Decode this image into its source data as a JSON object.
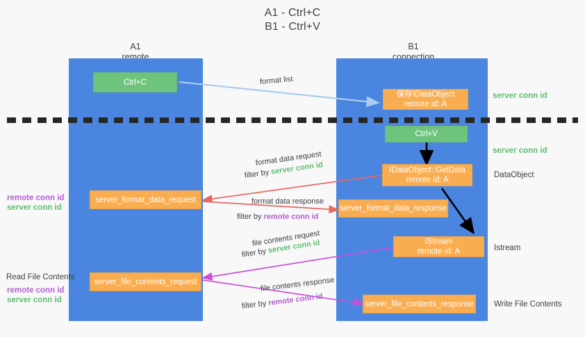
{
  "title": {
    "line1": "A1 - Ctrl+C",
    "line2": "B1 - Ctrl+V"
  },
  "colors": {
    "background": "#f8f8f8",
    "column": "#4a86e0",
    "green_box": "#6fc47d",
    "orange_box": "#f9ad51",
    "server_conn_id": "#5fbd6f",
    "remote_conn_id": "#b35fd0",
    "red_arrow": "#e8685f",
    "magenta_arrow": "#cc4fd6",
    "light_blue_arrow": "#a9cdf0",
    "black_arrow": "#000000",
    "dashed_line": "#262626"
  },
  "columns": [
    {
      "name": "A1",
      "subtitle": "remote"
    },
    {
      "name": "B1",
      "subtitle": "connection"
    }
  ],
  "boxes": {
    "ctrl_c": "Ctrl+C",
    "ctrl_v": "Ctrl+V",
    "save_idataobject": {
      "line1": "保存IDataObject",
      "line2": "remote id: A"
    },
    "getdata": {
      "line1": "IDataObject::GetData",
      "line2": "remote id: A"
    },
    "istream": {
      "line1": "IStream",
      "line2": "remote id: A"
    },
    "server_format_data_request": "server_format_data_request",
    "server_format_data_response": "server_format_data_response",
    "server_file_contents_request": "server_file_contents_request",
    "server_file_contents_response": "server_file_contents_response"
  },
  "right_labels": [
    {
      "text": "server conn id",
      "kind": "green"
    },
    {
      "text": "server conn id",
      "kind": "green"
    },
    {
      "text": "DataObject",
      "kind": "plain"
    },
    {
      "text": "Istream",
      "kind": "plain"
    },
    {
      "text": "Write File Contents",
      "kind": "plain"
    }
  ],
  "left_labels": {
    "group1": {
      "remote": "remote conn id",
      "server": "server conn id"
    },
    "read_file_contents": "Read File Contents",
    "group2": {
      "remote": "remote conn id",
      "server": "server conn id"
    }
  },
  "arrow_labels": {
    "format_list": "format list",
    "format_data_request": "format data request",
    "format_data_request_filter_prefix": "filter by ",
    "format_data_request_filter_value": "server conn id",
    "format_data_response": "format data response",
    "format_data_response_filter_prefix": "filter by ",
    "format_data_response_filter_value": "remote conn id",
    "file_contents_request": "file contents request",
    "file_contents_request_filter_prefix": "filter by ",
    "file_contents_request_filter_value": "server conn id",
    "file_contents_response": "file contents response",
    "file_contents_response_filter_prefix": "filter by ",
    "file_contents_response_filter_value": "remote conn id"
  }
}
